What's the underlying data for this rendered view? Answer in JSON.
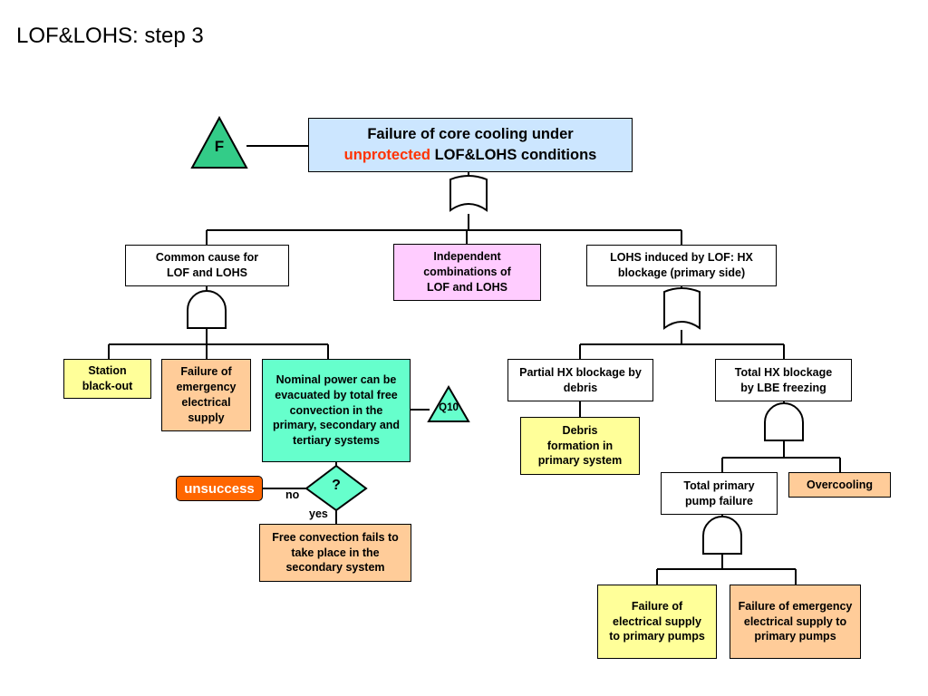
{
  "slide_title": "LOF&LOHS: step 3",
  "top_event": {
    "line1": "Failure of core cooling under",
    "line2_red": "unprotected",
    "line2_rest": "LOF&LOHS conditions"
  },
  "transfer_in": "F",
  "transfer_q10": "Q10",
  "nodes": {
    "common_cause": "Common cause for LOF and LOHS",
    "independent": "Independent combinations of LOF and LOHS",
    "lohs_by_lof": "LOHS induced by LOF: HX blockage (primary side)",
    "station_blackout": "Station black-out",
    "failure_emergency": "Failure of emergency electrical supply",
    "nominal_power": "Nominal power can be evacuated by total free convection in the primary, secondary and tertiary systems",
    "partial_hx": "Partial HX blockage by debris",
    "total_hx": "Total HX blockage by LBE freezing",
    "debris": "Debris formation in primary system",
    "total_pump": "Total primary pump failure",
    "overcooling": "Overcooling",
    "free_conv_fails": "Free convection fails to take place in the secondary system",
    "fail_elec_pumps": "Failure of electrical supply to primary pumps",
    "fail_emerg_pumps": "Failure of emergency electrical supply to primary pumps"
  },
  "decision": {
    "symbol": "?",
    "no_label": "no",
    "yes_label": "yes",
    "unsuccess_label": "unsuccess"
  },
  "colors": {
    "yellow": "#ffff99",
    "orange": "#ffcc99",
    "teal": "#66ffcc",
    "pink": "#ffccff",
    "blue": "#cce6ff",
    "triangle": "#33cc88",
    "unsuccess": "#ff6600",
    "red_text": "#ff3300"
  }
}
